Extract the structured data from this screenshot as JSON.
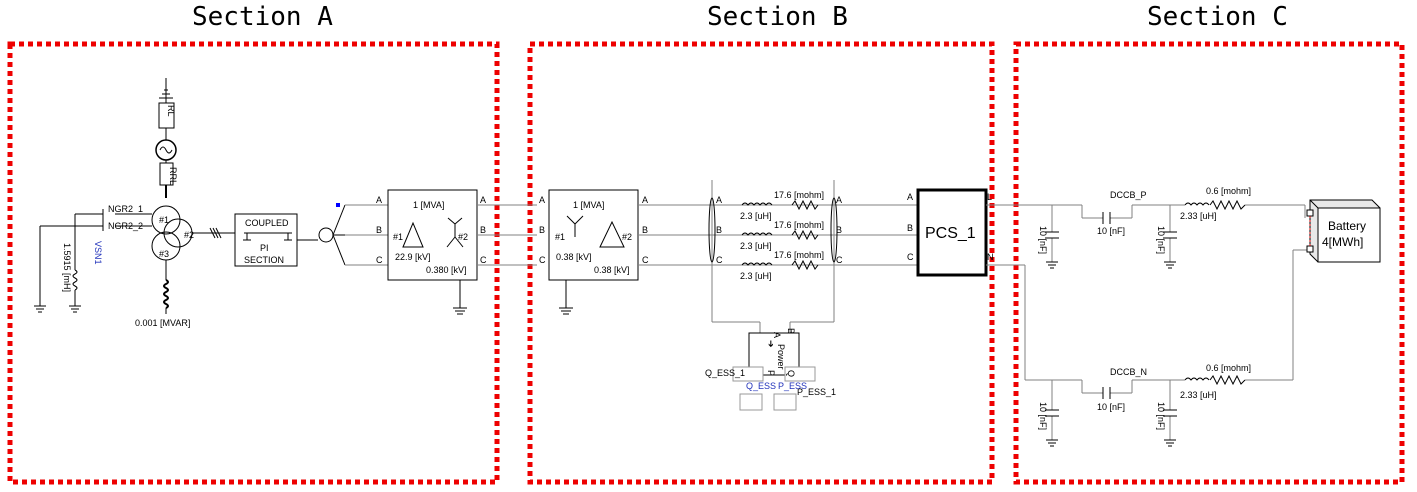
{
  "sections": {
    "a": {
      "title": "Section  A"
    },
    "b": {
      "title": "Section  B"
    },
    "c": {
      "title": "Section  C"
    }
  },
  "colors": {
    "frame": "#ee0000",
    "wire": "#808080",
    "ink": "#000000",
    "meter": "#2233bb"
  },
  "section_a": {
    "source": {
      "rl": "RL",
      "rrl": "RRL"
    },
    "breaker1": "NGR2_1",
    "breaker2": "NGR2_2",
    "winding1": "#1",
    "winding2": "#2",
    "winding3": "#3",
    "meter": "VSN1",
    "inductor": "1.5915 [mH]",
    "reactor": "0.001 [MVAR]",
    "pi": {
      "line1": "COUPLED",
      "line2": "PI",
      "line3": "SECTION"
    },
    "tx": {
      "rating": "1 [MVA]",
      "w1": "#1",
      "w2": "#2",
      "v1": "22.9 [kV]",
      "v2": "0.380 [kV]"
    },
    "phases_in": [
      "A",
      "B",
      "C"
    ],
    "phases_out": [
      "A",
      "B",
      "C"
    ]
  },
  "section_b": {
    "tx": {
      "rating": "1 [MVA]",
      "w1": "#1",
      "w2": "#2",
      "v1": "0.38 [kV]",
      "v2": "0.38 [kV]"
    },
    "phases_in": [
      "A",
      "B",
      "C"
    ],
    "phases_out": [
      "A",
      "B",
      "C"
    ],
    "filter": {
      "l": [
        "2.3 [uH]",
        "2.3 [uH]",
        "2.3 [uH]"
      ],
      "r": [
        "17.6 [mohm]",
        "17.6 [mohm]",
        "17.6 [mohm]"
      ],
      "phase_l": [
        "A",
        "B",
        "C"
      ],
      "phase_r": [
        "A",
        "B",
        "C"
      ]
    },
    "pcs": {
      "label": "PCS_1",
      "in": [
        "A",
        "B",
        "C"
      ],
      "out": [
        "L",
        "N"
      ]
    },
    "meter": {
      "a": "A",
      "b": "B",
      "arrow": "➔",
      "power": "Power",
      "p": "P",
      "q": "Q",
      "q_label": "Q_ESS_1",
      "p_label": "P_ESS_1",
      "q_short": "Q_ESS",
      "p_short": "P_ESS"
    }
  },
  "section_c": {
    "cap": "10 [nF]",
    "breaker_p": "DCCB_P",
    "breaker_n": "DCCB_N",
    "l": "2.33 [uH]",
    "r": "0.6 [mohm]",
    "battery": {
      "line1": "Battery",
      "line2": "4[MWh]"
    }
  }
}
